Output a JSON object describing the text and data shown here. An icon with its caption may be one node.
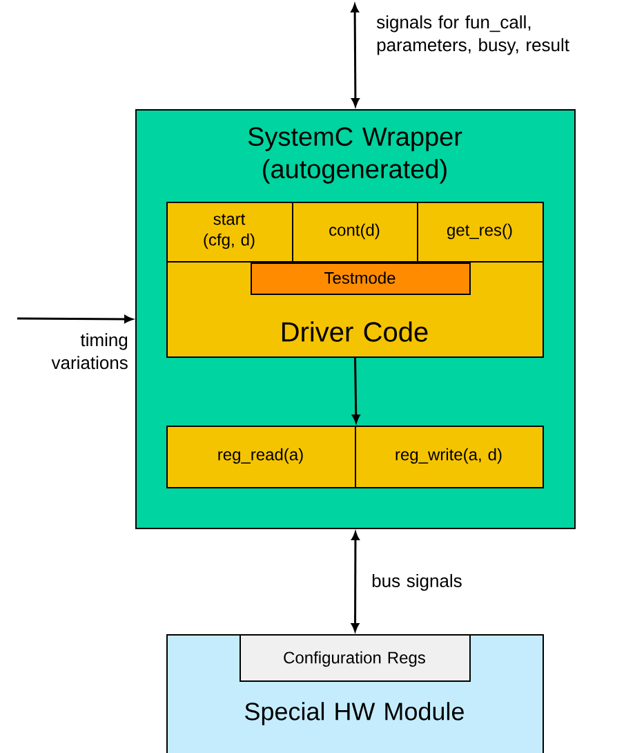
{
  "diagram": {
    "nodes": [
      {
        "text": [
          "SystemC Wrapper (autogenerated)"
        ]
      },
      {
        "text": [
          "Driver Code"
        ],
        "in": 0
      },
      {
        "text": [
          "start (cfg, d)"
        ],
        "in": 0
      },
      {
        "text": [
          "cont(d)"
        ],
        "in": 0
      },
      {
        "text": [
          "get_res()"
        ],
        "in": 0
      },
      {
        "text": [
          "Testmode"
        ],
        "in": 1
      },
      {
        "text": [
          "reg_read(a)"
        ],
        "in": 0
      },
      {
        "text": [
          "reg_write(a, d)"
        ],
        "in": 0
      },
      {
        "text": [
          "Special HW Module"
        ]
      },
      {
        "text": [
          "Configuration Regs"
        ],
        "in": 8
      }
    ],
    "edges": [
      {
        "from": null,
        "to": 0,
        "arrow": "both",
        "label": "signals for fun_call, parameters, busy, result"
      },
      {
        "from": null,
        "to": 0,
        "arrow": "to",
        "label": "timing variations"
      },
      {
        "from": 1,
        "to": 6,
        "arrow": "to"
      },
      {
        "from": 0,
        "to": 8,
        "arrow": "both",
        "label": "bus signals"
      }
    ]
  }
}
